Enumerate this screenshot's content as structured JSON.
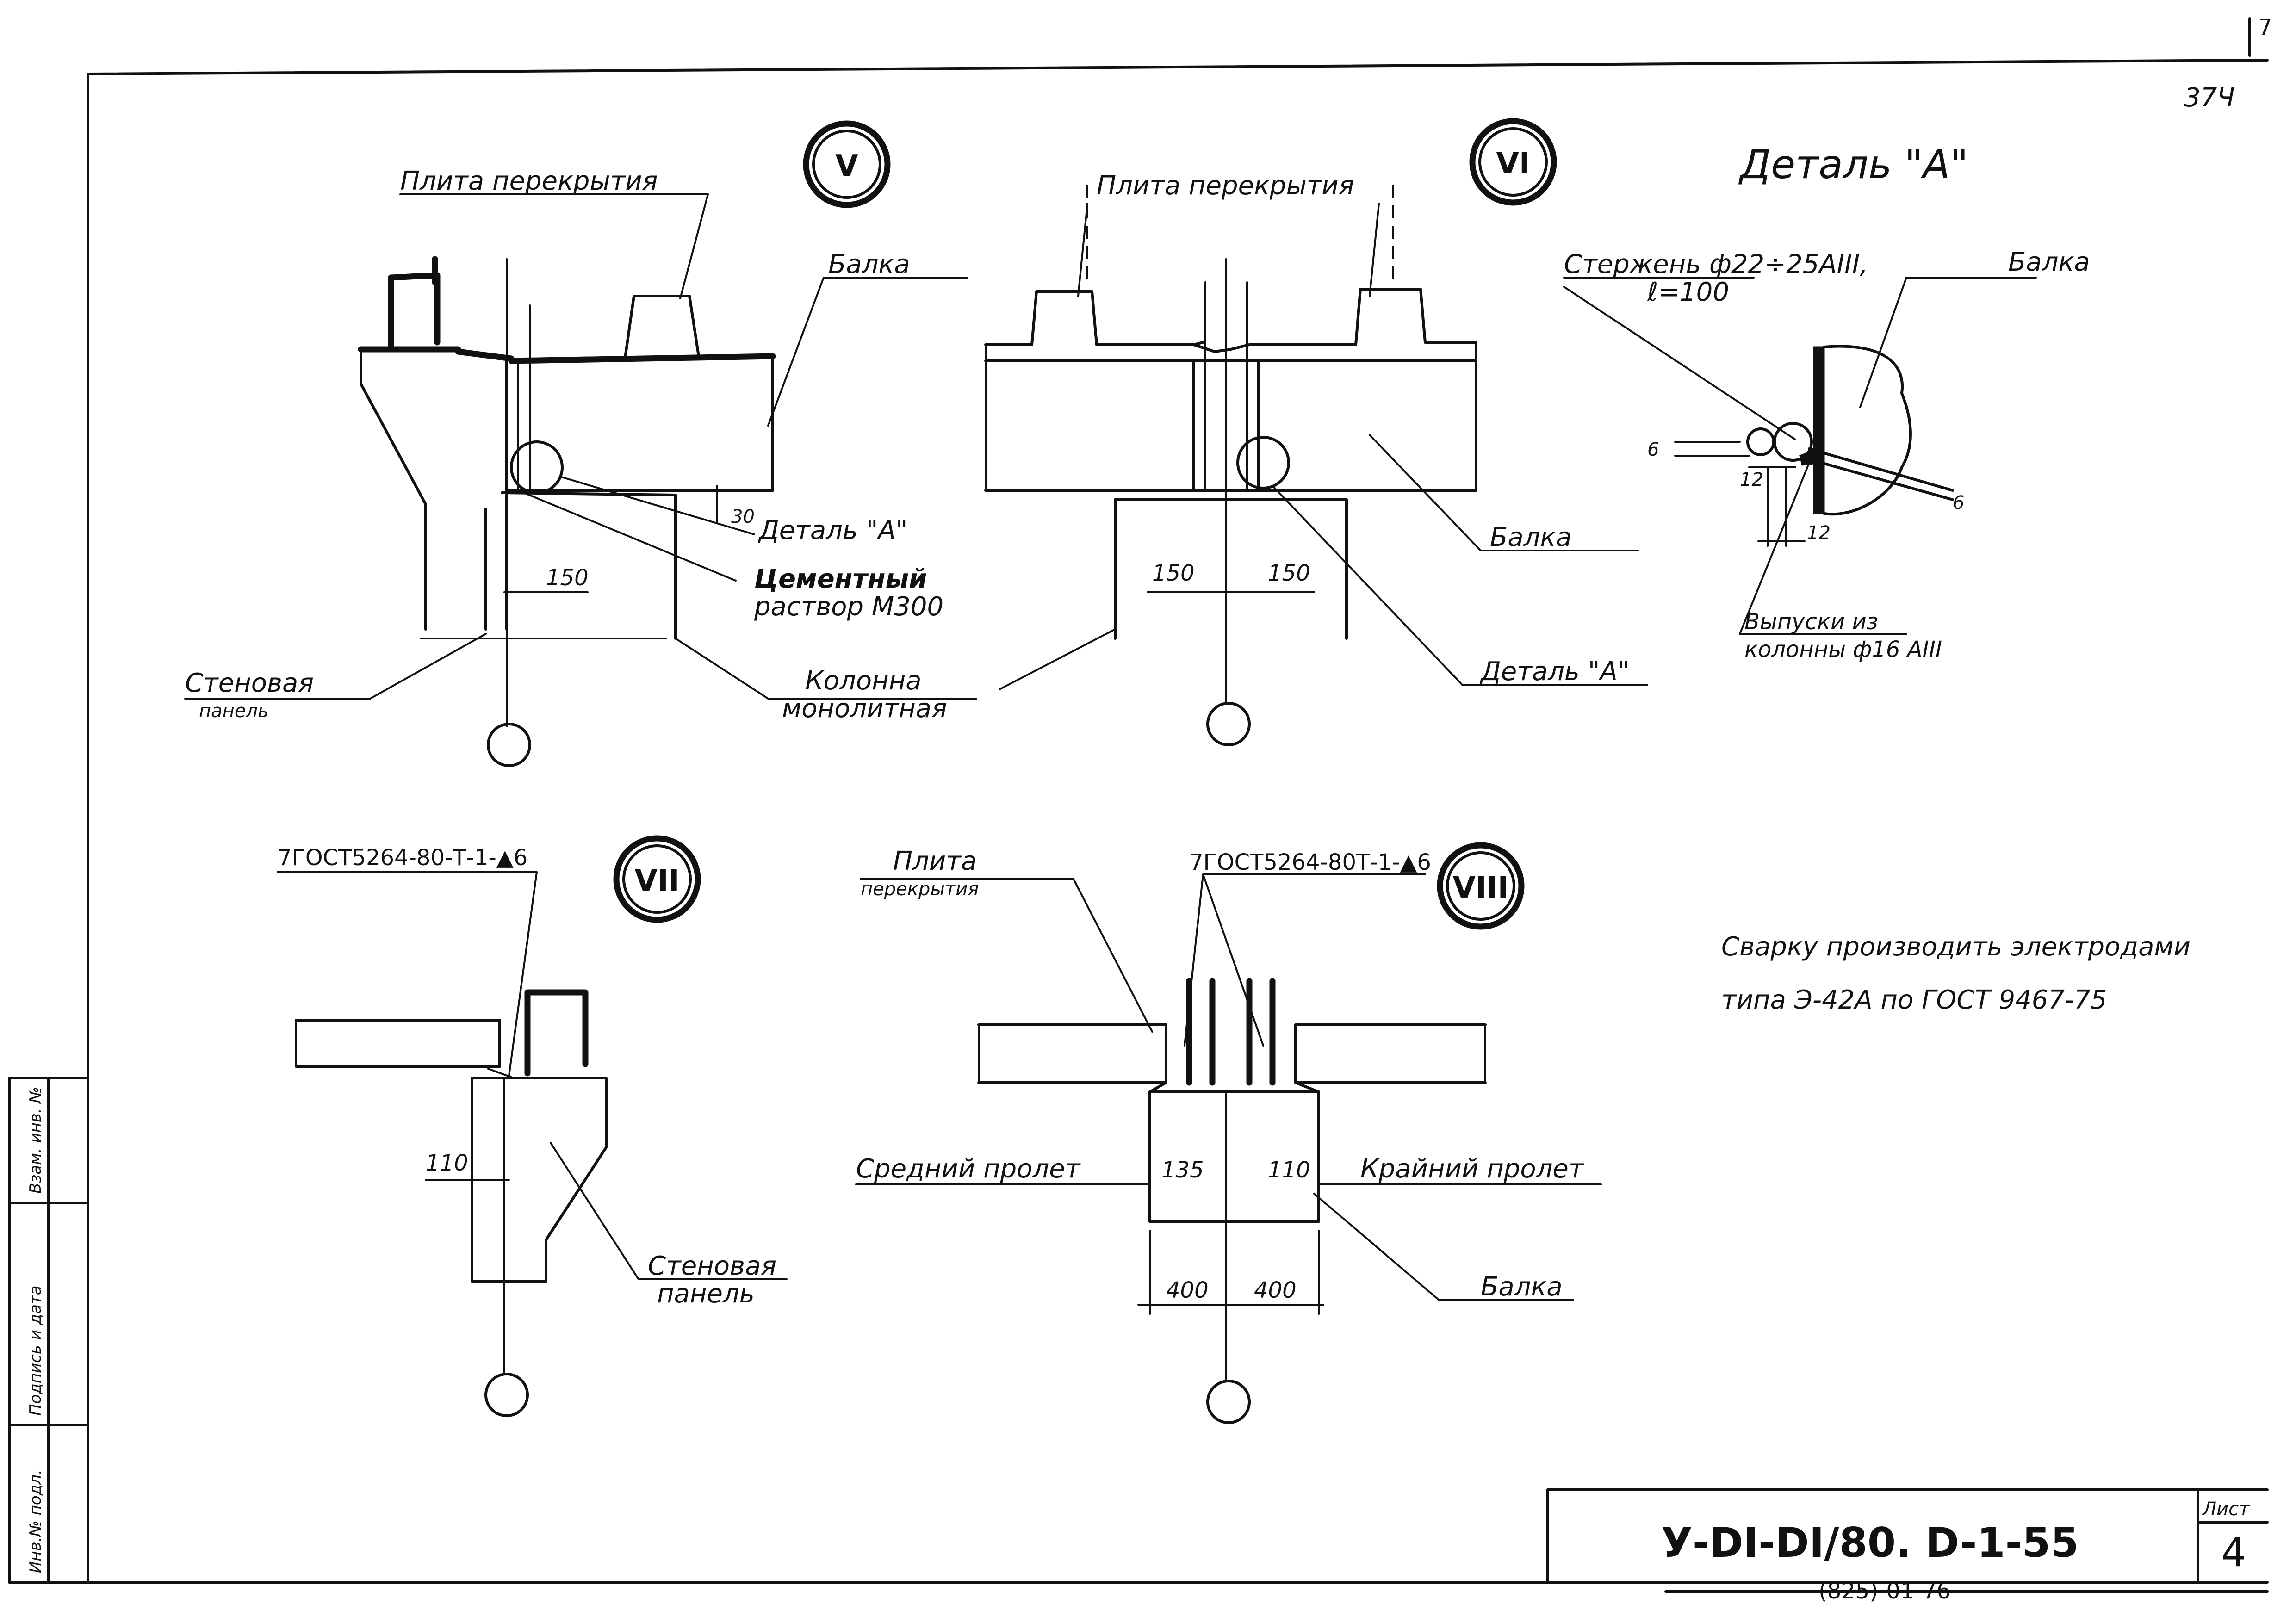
{
  "sheet": {
    "page_mark": "7",
    "handwritten_mark": "37Ч",
    "code": "У-DI-DI/80. D-1-55",
    "code_sub": "(825)-01-76",
    "list_label": "Лист",
    "list_number": "4"
  },
  "side_stamp": {
    "inv_podl": "Инв.№ подл.",
    "podpis_data": "Подпись и дата",
    "vzam": "Взам. инв. №"
  },
  "detail_V": {
    "marker": "V",
    "plita": "Плита перекрытия",
    "balka": "Балка",
    "detal": "Деталь \"А\"",
    "cement_1": "Цементный",
    "cement_2": "раствор М300",
    "dim_150": "150",
    "dim_30": "30",
    "stenovaya_1": "Стеновая",
    "stenovaya_2": "панель",
    "kolonna_1": "Колонна",
    "kolonna_2": "монолитная"
  },
  "detail_VI": {
    "marker": "VI",
    "plita": "Плита перекрытия",
    "dim_150_left": "150",
    "dim_150_right": "150",
    "balka": "Балка",
    "detal": "Деталь \"А\""
  },
  "detail_A": {
    "title": "Деталь \"А\"",
    "sterzhen_1": "Стержень ф22÷25AIII,",
    "sterzhen_2": "ℓ=100",
    "balka": "Балка",
    "dim_6_left": "6",
    "dim_12_top": "12",
    "dim_12_bottom": "12",
    "dim_6_right": "6",
    "vypuski_1": "Выпуски из",
    "vypuski_2": "колонны ф16 AIII"
  },
  "detail_VII": {
    "marker": "VII",
    "gost": "7ГОСТ5264-80-Т-1-▲6",
    "dim_110": "110",
    "stenovaya_1": "Стеновая",
    "stenovaya_2": "панель"
  },
  "detail_VIII": {
    "marker": "VIII",
    "plita_1": "Плита",
    "plita_2": "перекрытия",
    "gost": "7ГОСТ5264-80Т-1-▲6",
    "sredniy": "Средний пролет",
    "krayniy": "Крайний пролет",
    "dim_135": "135",
    "dim_110": "110",
    "dim_400_left": "400",
    "dim_400_right": "400",
    "balka": "Балка"
  },
  "note": {
    "line1": "Сварку производить электродами",
    "line2": "типа Э-42А по ГОСТ 9467-75"
  }
}
